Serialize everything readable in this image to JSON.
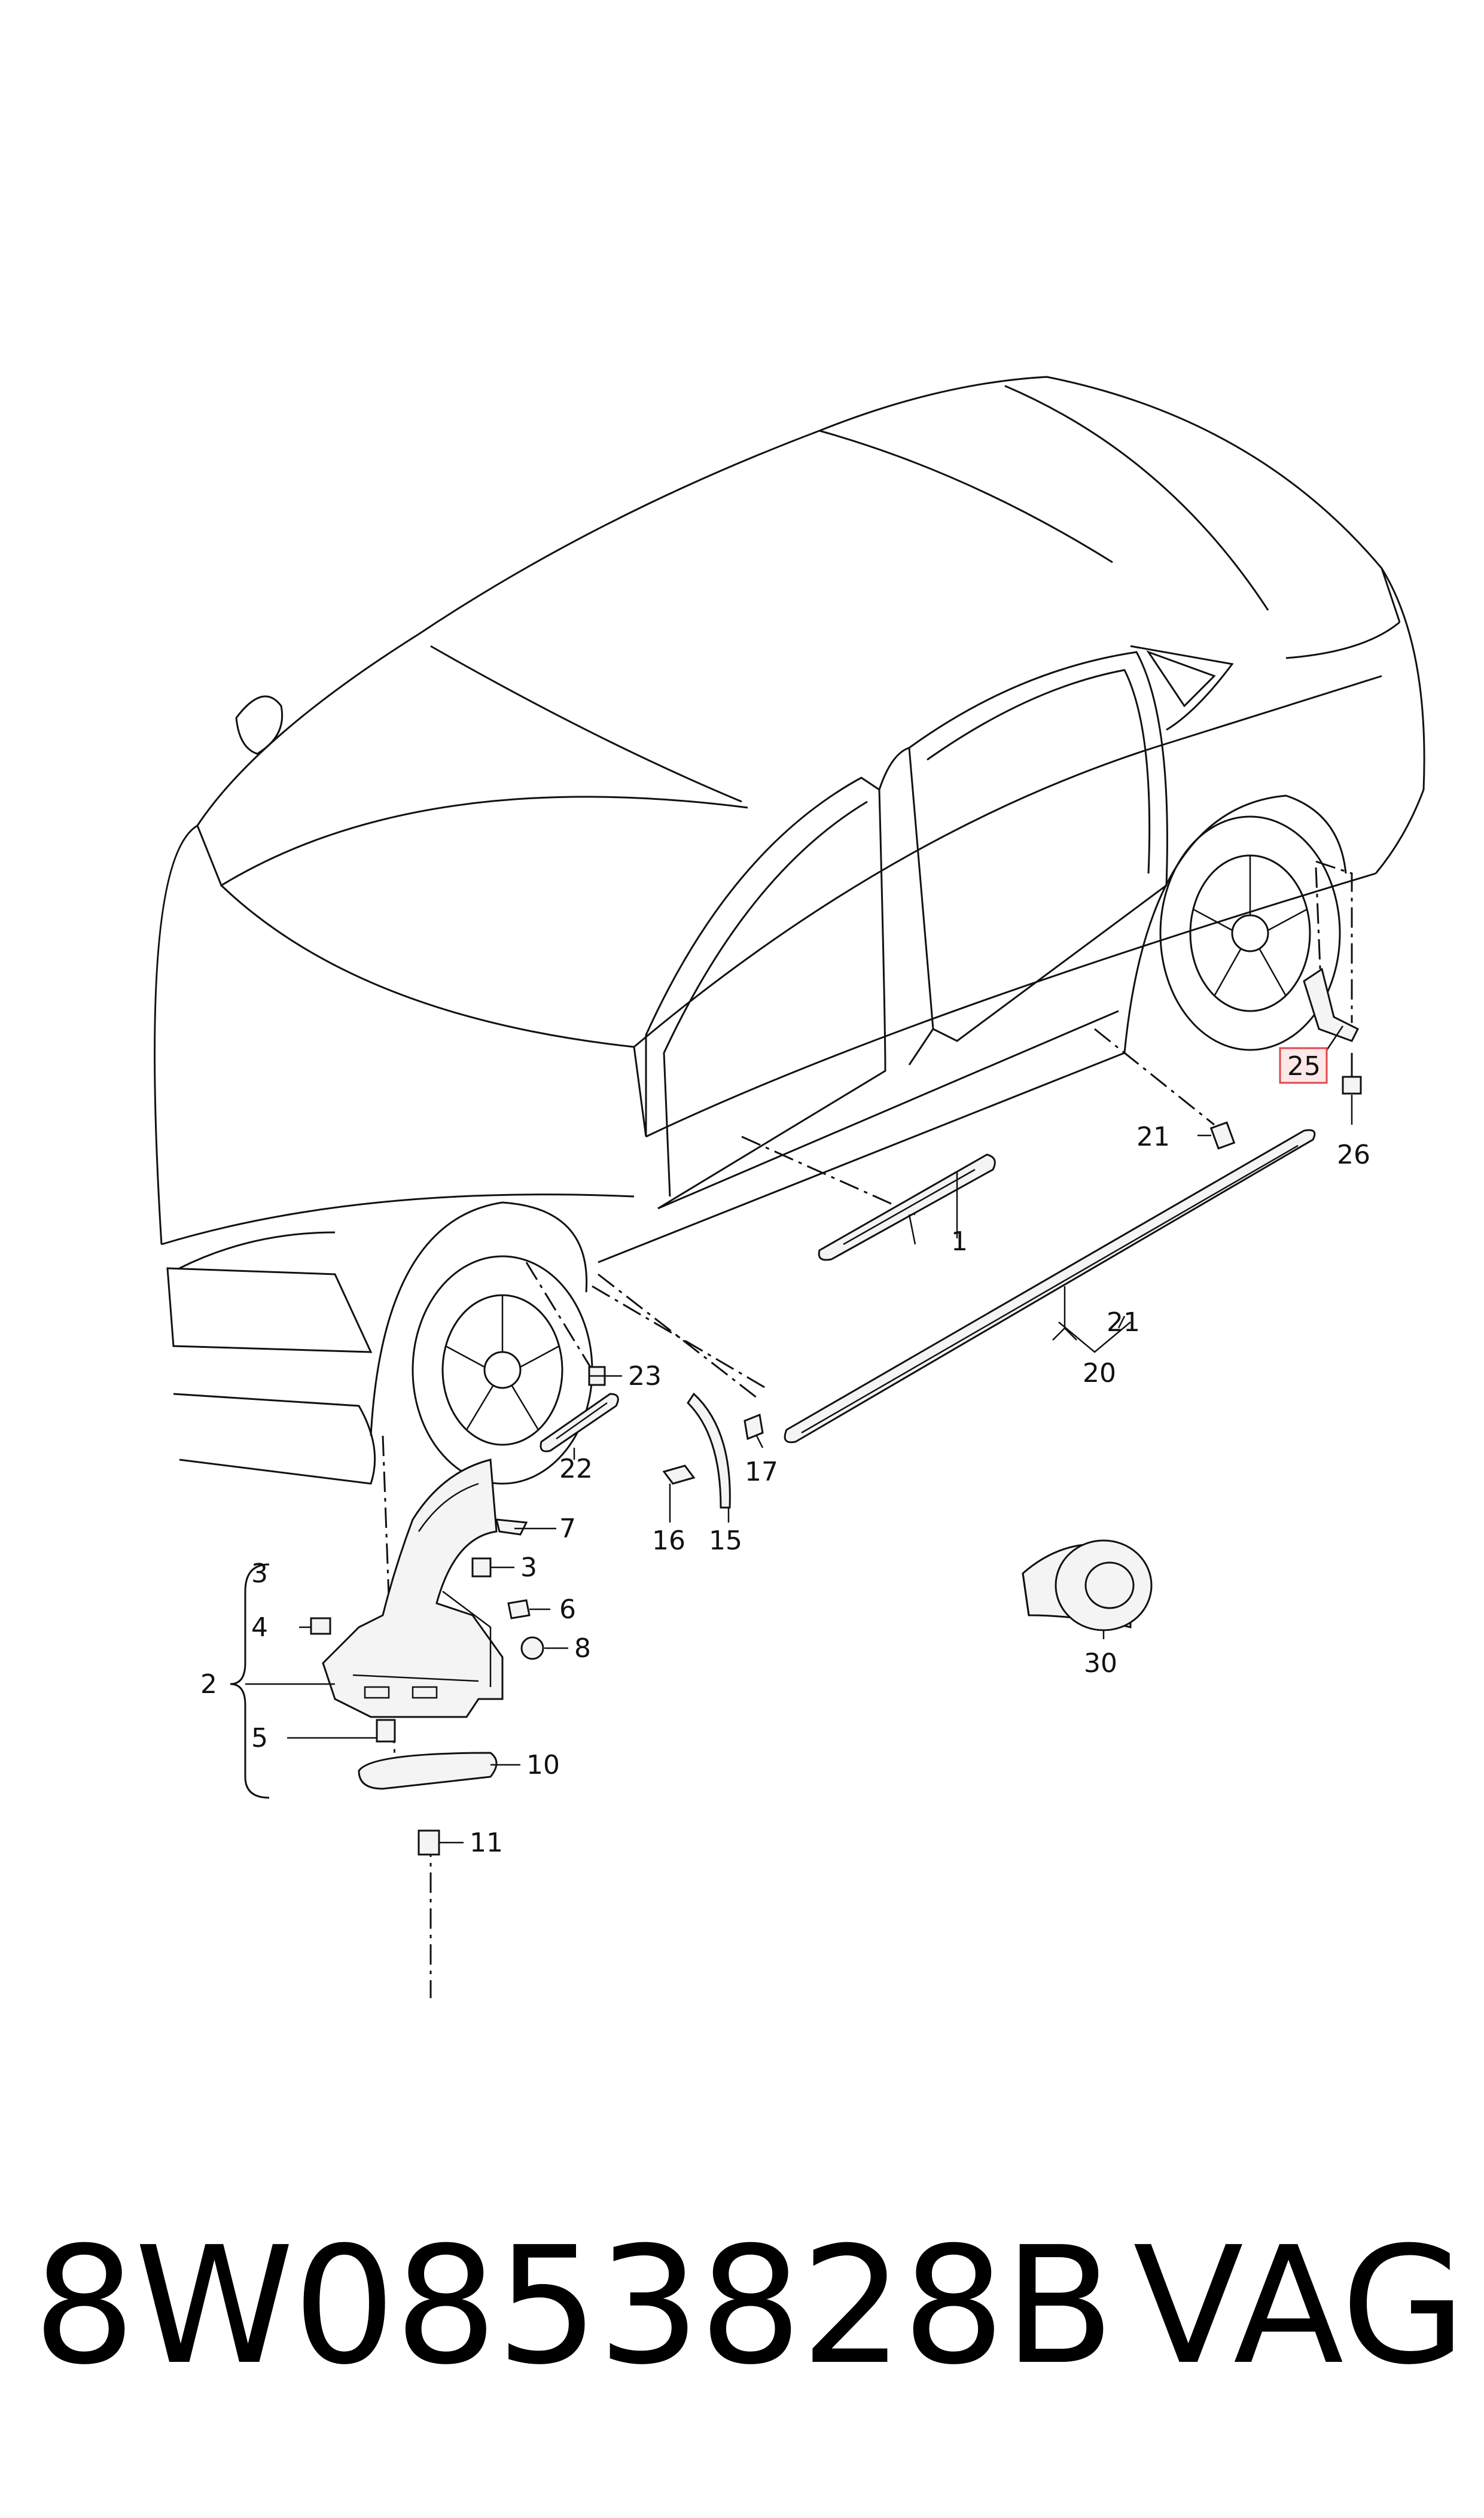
{
  "callouts": {
    "c1": "1",
    "c2": "2",
    "c3a": "3",
    "c3b": "3",
    "c4": "4",
    "c5": "5",
    "c6": "6",
    "c7": "7",
    "c8": "8",
    "c10": "10",
    "c11": "11",
    "c15": "15",
    "c16": "16",
    "c17": "17",
    "c20": "20",
    "c21a": "21",
    "c21b": "21",
    "c22": "22",
    "c23": "23",
    "c25": "25",
    "c26": "26",
    "c30": "30"
  },
  "highlight_color": "#e0474c",
  "highlight_fill": "#fde8e8",
  "footer": {
    "part_number": "8W0853828B",
    "brand": "VAG"
  }
}
